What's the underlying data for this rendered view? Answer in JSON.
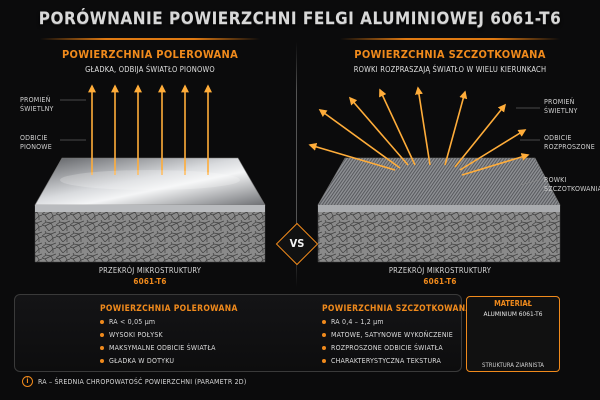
{
  "title": "PORÓWNANIE POWIERZCHNI FELGI ALUMINIOWEJ 6061-T6",
  "left": {
    "heading": "POWIERZCHNIA POLEROWANA",
    "subheading": "GŁADKA, ODBIJA ŚWIATŁO PIONOWO",
    "label_ray": [
      "PROMIEŃ",
      "ŚWIETLNY"
    ],
    "label_reflection": [
      "ODBICIE",
      "PIONOWE"
    ],
    "xsec_label": "PRZEKRÓJ MIKROSTRUKTURY",
    "xsec_alloy": "6061-T6"
  },
  "right": {
    "heading": "POWIERZCHNIA SZCZOTKOWANA",
    "subheading": "ROWKI ROZPRASZAJĄ ŚWIATŁO W WIELU KIERUNKACH",
    "label_ray": [
      "PROMIEŃ",
      "ŚWIETLNY"
    ],
    "label_reflection": [
      "ODBICIE",
      "ROZPROSZONE"
    ],
    "label_grooves": [
      "ROWKI",
      "SZCZOTKOWANIA"
    ],
    "xsec_label": "PRZEKRÓJ MIKROSTRUKTURY",
    "xsec_alloy": "6061-T6"
  },
  "vs": "VS",
  "bottom_left": {
    "title": "POWIERZCHNIA POLEROWANA",
    "items": [
      "RA < 0,05 µm",
      "WYSOKI POŁYSK",
      "MAKSYMALNE ODBICIE ŚWIATŁA",
      "GŁADKA W DOTYKU"
    ]
  },
  "bottom_right": {
    "title": "POWIERZCHNIA SZCZOTKOWANA",
    "items": [
      "RA 0,4 – 1,2 µm",
      "MATOWE, SATYNOWE WYKOŃCZENIE",
      "ROZPROSZONE ODBICIE ŚWIATŁA",
      "CHARAKTERYSTYCZNA TEKSTURA"
    ]
  },
  "material": {
    "title": "MATERIAŁ",
    "alloy": "ALUMINIUM 6061-T6",
    "caption": "STRUKTURA ZIARNISTA"
  },
  "footnote": "RA – ŚREDNIA CHROPOWATOŚĆ POWIERZCHNI (PARAMETR 2D)",
  "colors": {
    "accent": "#f08a1c",
    "background": "#0b0b0c"
  }
}
